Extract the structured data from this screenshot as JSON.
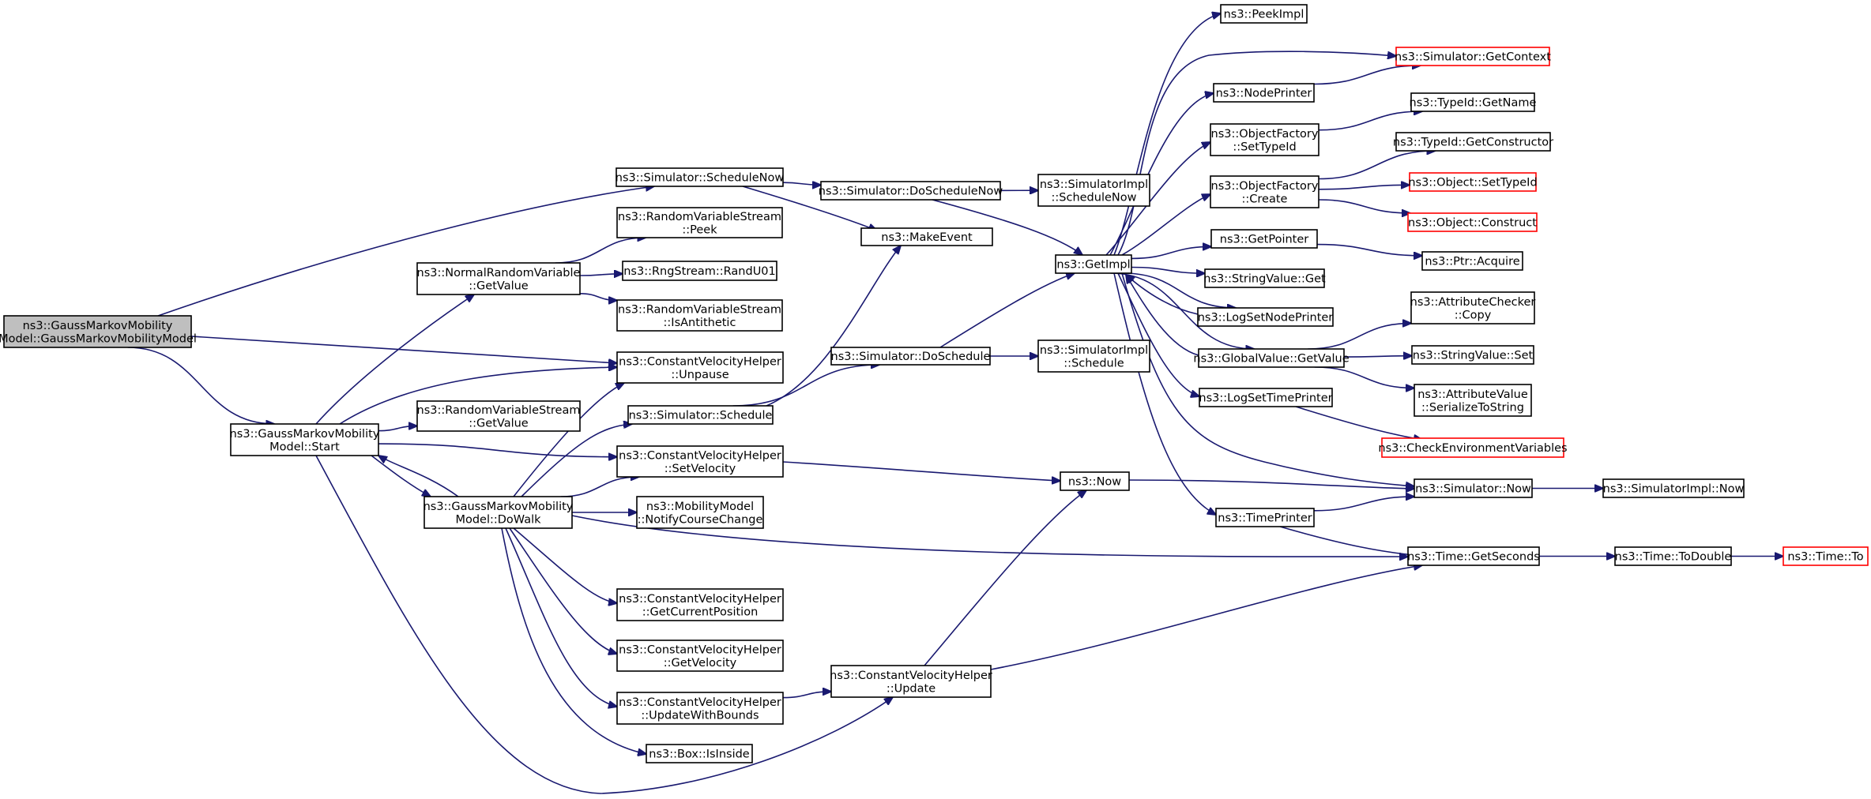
{
  "diagram": {
    "type": "call-graph",
    "colors": {
      "edge": "#191970",
      "node_border": "#000000",
      "truncated_node_border": "#ff0000",
      "root_fill": "#bfbfbf"
    },
    "nodes": [
      {
        "id": "root",
        "lines": [
          "ns3::GaussMarkovMobility",
          "Model::GaussMarkovMobilityModel"
        ],
        "style": "root"
      },
      {
        "id": "gmStart",
        "lines": [
          "ns3::GaussMarkovMobility",
          "Model::Start"
        ]
      },
      {
        "id": "scheduleNow",
        "lines": [
          "ns3::Simulator::ScheduleNow"
        ]
      },
      {
        "id": "rvsPeek",
        "lines": [
          "ns3::RandomVariableStream",
          "::Peek"
        ]
      },
      {
        "id": "normalGetValue",
        "lines": [
          "ns3::NormalRandomVariable",
          "::GetValue"
        ]
      },
      {
        "id": "randU01",
        "lines": [
          "ns3::RngStream::RandU01"
        ]
      },
      {
        "id": "isAntithetic",
        "lines": [
          "ns3::RandomVariableStream",
          "::IsAntithetic"
        ]
      },
      {
        "id": "unpause",
        "lines": [
          "ns3::ConstantVelocityHelper",
          "::Unpause"
        ]
      },
      {
        "id": "rvsGetValue",
        "lines": [
          "ns3::RandomVariableStream",
          "::GetValue"
        ]
      },
      {
        "id": "schedule",
        "lines": [
          "ns3::Simulator::Schedule"
        ]
      },
      {
        "id": "setVelocity",
        "lines": [
          "ns3::ConstantVelocityHelper",
          "::SetVelocity"
        ]
      },
      {
        "id": "doWalk",
        "lines": [
          "ns3::GaussMarkovMobility",
          "Model::DoWalk"
        ]
      },
      {
        "id": "notifyCourse",
        "lines": [
          "ns3::MobilityModel",
          "::NotifyCourseChange"
        ]
      },
      {
        "id": "getCurPos",
        "lines": [
          "ns3::ConstantVelocityHelper",
          "::GetCurrentPosition"
        ]
      },
      {
        "id": "getVelocity",
        "lines": [
          "ns3::ConstantVelocityHelper",
          "::GetVelocity"
        ]
      },
      {
        "id": "updateBounds",
        "lines": [
          "ns3::ConstantVelocityHelper",
          "::UpdateWithBounds"
        ]
      },
      {
        "id": "isInside",
        "lines": [
          "ns3::Box::IsInside"
        ]
      },
      {
        "id": "doScheduleNow",
        "lines": [
          "ns3::Simulator::DoScheduleNow"
        ]
      },
      {
        "id": "makeEvent",
        "lines": [
          "ns3::MakeEvent"
        ]
      },
      {
        "id": "doSchedule",
        "lines": [
          "ns3::Simulator::DoSchedule"
        ]
      },
      {
        "id": "cvhUpdate",
        "lines": [
          "ns3::ConstantVelocityHelper",
          "::Update"
        ]
      },
      {
        "id": "simImplScheduleNow",
        "lines": [
          "ns3::SimulatorImpl",
          "::ScheduleNow"
        ]
      },
      {
        "id": "simImplSchedule",
        "lines": [
          "ns3::SimulatorImpl",
          "::Schedule"
        ]
      },
      {
        "id": "getImpl",
        "lines": [
          "ns3::GetImpl"
        ]
      },
      {
        "id": "now",
        "lines": [
          "ns3::Now"
        ]
      },
      {
        "id": "peekImpl",
        "lines": [
          "ns3::PeekImpl"
        ]
      },
      {
        "id": "nodePrinter",
        "lines": [
          "ns3::NodePrinter"
        ]
      },
      {
        "id": "ofSetTypeId",
        "lines": [
          "ns3::ObjectFactory",
          "::SetTypeId"
        ]
      },
      {
        "id": "ofCreate",
        "lines": [
          "ns3::ObjectFactory",
          "::Create"
        ]
      },
      {
        "id": "getPointer",
        "lines": [
          "ns3::GetPointer"
        ]
      },
      {
        "id": "stringValueGet",
        "lines": [
          "ns3::StringValue::Get"
        ]
      },
      {
        "id": "logSetNodePrinter",
        "lines": [
          "ns3::LogSetNodePrinter"
        ]
      },
      {
        "id": "globalValueGetValue",
        "lines": [
          "ns3::GlobalValue::GetValue"
        ]
      },
      {
        "id": "logSetTimePrinter",
        "lines": [
          "ns3::LogSetTimePrinter"
        ]
      },
      {
        "id": "timePrinter",
        "lines": [
          "ns3::TimePrinter"
        ]
      },
      {
        "id": "getContext",
        "lines": [
          "ns3::Simulator::GetContext"
        ],
        "style": "truncated"
      },
      {
        "id": "typeIdGetName",
        "lines": [
          "ns3::TypeId::GetName"
        ]
      },
      {
        "id": "typeIdGetConstructor",
        "lines": [
          "ns3::TypeId::GetConstructor"
        ]
      },
      {
        "id": "objectSetTypeId",
        "lines": [
          "ns3::Object::SetTypeId"
        ],
        "style": "truncated"
      },
      {
        "id": "objectConstruct",
        "lines": [
          "ns3::Object::Construct"
        ],
        "style": "truncated"
      },
      {
        "id": "ptrAcquire",
        "lines": [
          "ns3::Ptr::Acquire"
        ]
      },
      {
        "id": "attrCheckerCopy",
        "lines": [
          "ns3::AttributeChecker",
          "::Copy"
        ]
      },
      {
        "id": "stringValueSet",
        "lines": [
          "ns3::StringValue::Set"
        ]
      },
      {
        "id": "attrValueSerialize",
        "lines": [
          "ns3::AttributeValue",
          "::SerializeToString"
        ]
      },
      {
        "id": "checkEnvVars",
        "lines": [
          "ns3::CheckEnvironmentVariables"
        ],
        "style": "truncated"
      },
      {
        "id": "simulatorNow",
        "lines": [
          "ns3::Simulator::Now"
        ]
      },
      {
        "id": "timeGetSeconds",
        "lines": [
          "ns3::Time::GetSeconds"
        ]
      },
      {
        "id": "simImplNow",
        "lines": [
          "ns3::SimulatorImpl::Now"
        ]
      },
      {
        "id": "timeToDouble",
        "lines": [
          "ns3::Time::ToDouble"
        ]
      },
      {
        "id": "timeTo",
        "lines": [
          "ns3::Time::To"
        ],
        "style": "truncated"
      }
    ],
    "edges": [
      [
        "root",
        "scheduleNow"
      ],
      [
        "root",
        "unpause"
      ],
      [
        "root",
        "gmStart"
      ],
      [
        "gmStart",
        "normalGetValue"
      ],
      [
        "gmStart",
        "unpause"
      ],
      [
        "gmStart",
        "rvsGetValue"
      ],
      [
        "gmStart",
        "setVelocity"
      ],
      [
        "gmStart",
        "doWalk"
      ],
      [
        "gmStart",
        "cvhUpdate"
      ],
      [
        "doWalk",
        "gmStart"
      ],
      [
        "doWalk",
        "unpause"
      ],
      [
        "doWalk",
        "schedule"
      ],
      [
        "doWalk",
        "setVelocity"
      ],
      [
        "doWalk",
        "notifyCourse"
      ],
      [
        "doWalk",
        "timeGetSeconds"
      ],
      [
        "doWalk",
        "getCurPos"
      ],
      [
        "doWalk",
        "getVelocity"
      ],
      [
        "doWalk",
        "updateBounds"
      ],
      [
        "doWalk",
        "isInside"
      ],
      [
        "normalGetValue",
        "rvsPeek"
      ],
      [
        "normalGetValue",
        "randU01"
      ],
      [
        "normalGetValue",
        "isAntithetic"
      ],
      [
        "scheduleNow",
        "doScheduleNow"
      ],
      [
        "scheduleNow",
        "makeEvent"
      ],
      [
        "schedule",
        "makeEvent"
      ],
      [
        "schedule",
        "doSchedule"
      ],
      [
        "setVelocity",
        "now"
      ],
      [
        "updateBounds",
        "cvhUpdate"
      ],
      [
        "cvhUpdate",
        "now"
      ],
      [
        "cvhUpdate",
        "timeGetSeconds"
      ],
      [
        "doScheduleNow",
        "simImplScheduleNow"
      ],
      [
        "doScheduleNow",
        "getImpl"
      ],
      [
        "doSchedule",
        "getImpl"
      ],
      [
        "doSchedule",
        "simImplSchedule"
      ],
      [
        "now",
        "simulatorNow"
      ],
      [
        "getImpl",
        "peekImpl"
      ],
      [
        "getImpl",
        "getContext"
      ],
      [
        "getImpl",
        "nodePrinter"
      ],
      [
        "getImpl",
        "ofSetTypeId"
      ],
      [
        "getImpl",
        "ofCreate"
      ],
      [
        "getImpl",
        "getPointer"
      ],
      [
        "getImpl",
        "stringValueGet"
      ],
      [
        "getImpl",
        "logSetNodePrinter"
      ],
      [
        "getImpl",
        "globalValueGetValue"
      ],
      [
        "getImpl",
        "logSetTimePrinter"
      ],
      [
        "getImpl",
        "simulatorNow"
      ],
      [
        "getImpl",
        "timePrinter"
      ],
      [
        "nodePrinter",
        "getContext"
      ],
      [
        "ofSetTypeId",
        "typeIdGetName"
      ],
      [
        "ofCreate",
        "typeIdGetConstructor"
      ],
      [
        "ofCreate",
        "objectSetTypeId"
      ],
      [
        "ofCreate",
        "objectConstruct"
      ],
      [
        "getPointer",
        "ptrAcquire"
      ],
      [
        "globalValueGetValue",
        "attrCheckerCopy"
      ],
      [
        "globalValueGetValue",
        "stringValueSet"
      ],
      [
        "globalValueGetValue",
        "attrValueSerialize"
      ],
      [
        "globalValueGetValue",
        "getImpl"
      ],
      [
        "logSetTimePrinter",
        "checkEnvVars"
      ],
      [
        "logSetNodePrinter",
        "getImpl"
      ],
      [
        "timePrinter",
        "simulatorNow"
      ],
      [
        "timePrinter",
        "timeGetSeconds"
      ],
      [
        "simulatorNow",
        "simImplNow"
      ],
      [
        "timeGetSeconds",
        "timeToDouble"
      ],
      [
        "timeToDouble",
        "timeTo"
      ]
    ]
  }
}
